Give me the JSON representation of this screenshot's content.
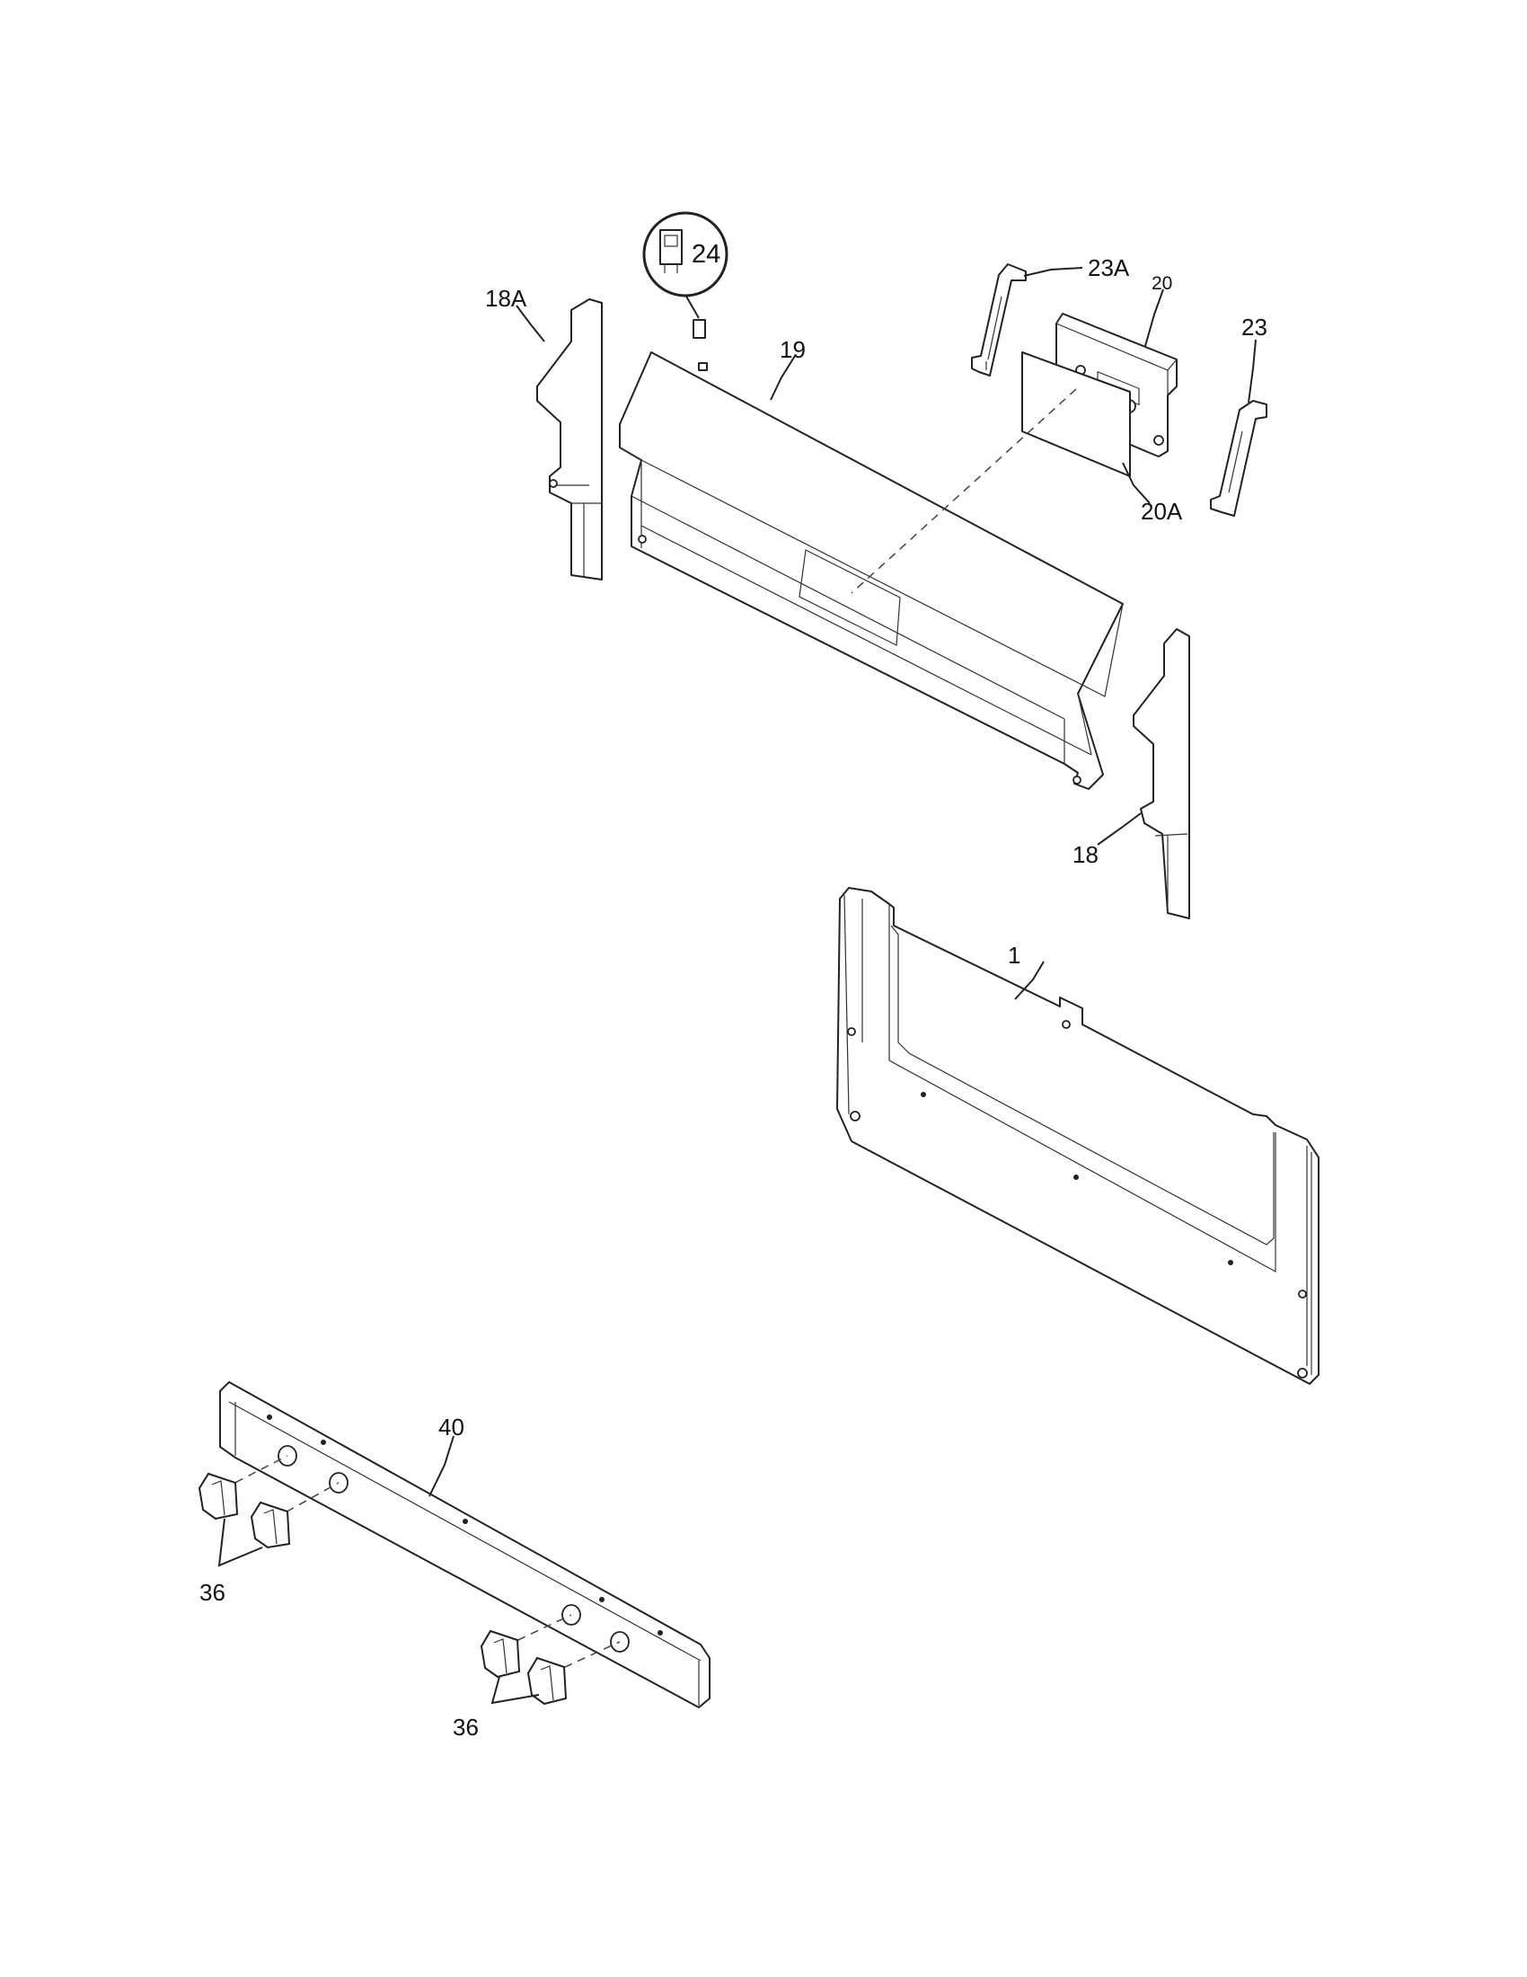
{
  "callouts": {
    "c1": "1",
    "c18": "18",
    "c18a": "18A",
    "c19": "19",
    "c20": "20",
    "c20a": "20A",
    "c23": "23",
    "c23a": "23A",
    "c24": "24",
    "c36a": "36",
    "c36b": "36",
    "c40": "40"
  }
}
